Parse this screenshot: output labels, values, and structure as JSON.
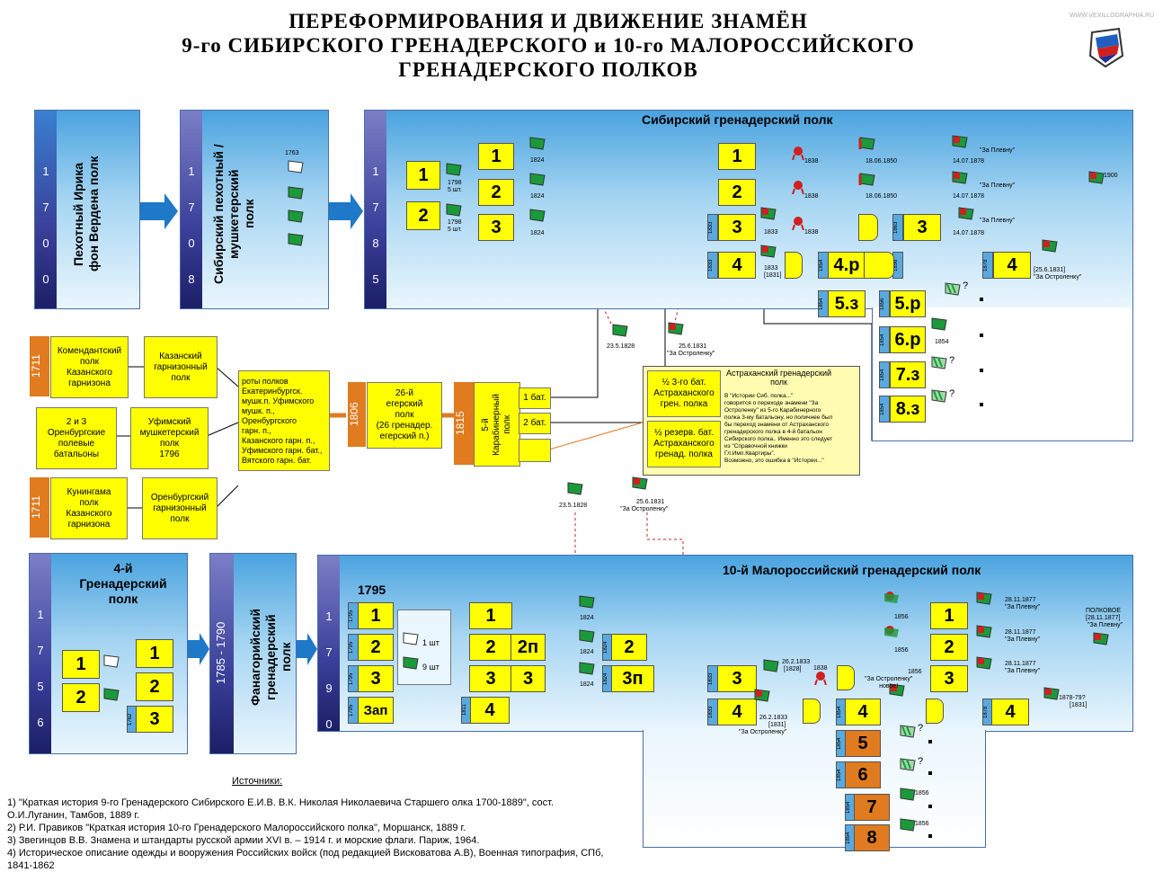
{
  "title": [
    "ПЕРЕФОРМИРОВАНИЯ И ДВИЖЕНИЕ ЗНАМЁН",
    "9-го СИБИРСКОГО ГРЕНАДЕРСКОГО и 10-го МАЛОРОССИЙСКОГО",
    "ГРЕНАДЕРСКОГО ПОЛКОВ"
  ],
  "watermark": "WWW.VEXILLOGRAPHIA.RU",
  "panels": {
    "p1700": {
      "year": [
        "1",
        "7",
        "0",
        "0"
      ],
      "title": "Пехотный Ирика\nфон Вердена полк"
    },
    "p1708": {
      "year": [
        "1",
        "7",
        "0",
        "8"
      ],
      "title": "Сибирский пехотный /\nмушкетерский\nполк",
      "flag_date": "1763"
    },
    "p1785": {
      "year": [
        "1",
        "7",
        "8",
        "5"
      ],
      "title": "Сибирский гренадерский полк"
    },
    "p1756": {
      "year": [
        "1",
        "7",
        "5",
        "6"
      ],
      "title": "4-й\nГренадерский\nполк"
    },
    "p1790f": {
      "year_text": "1785 - 1790",
      "title": "Фанагорийский\nгренадерский\nполк"
    },
    "p1790": {
      "year": [
        "1",
        "7",
        "9",
        "0"
      ],
      "title": "10-й  Малороссийский гренадерский полк",
      "subtitle": "1795"
    }
  },
  "sib_labels": {
    "d1798": "1798",
    "sht5": "5 шт.",
    "d1824": "1824",
    "d1833": "1833",
    "d1838": "1838",
    "d1850": "18.06.1850",
    "d1878": "14.07.1878",
    "plevna": "\"За Плевну\"",
    "d1900": "1900",
    "d1831": "[1831]",
    "d1831b": "[25.6.1831]",
    "ostr": "\"За Остроленку\"",
    "d1854": "1854",
    "q": "?"
  },
  "boxes": {
    "b1": "1",
    "b2": "2",
    "b3": "3",
    "b4": "4",
    "b4r": "4.р",
    "b5z": "5.з",
    "b5r": "5.р",
    "b6r": "6.р",
    "b7z": "7.з",
    "b8z": "8.з",
    "b2p": "2п",
    "b3p": "3п",
    "bzap": "Зап",
    "b5": "5",
    "b6": "6",
    "b7": "7",
    "b8": "8"
  },
  "middle": {
    "komend": "Комендантский\nполк\nКазанского\nгарнизона",
    "kazgarn": "Казанский\nгарнизонный\nполк",
    "orenb": "2 и 3\nОренбургские\nполевые\nбатальоны",
    "ufim": "Уфимский\nмушкетерский\nполк\n1796",
    "kuning": "Кунингама\nполк\nКазанского\nгарнизона",
    "orengarn": "Оренбургский\nгарнизонный\nполк",
    "roty": "роты полков\nЕкатеринбургск.\nмушк.п. Уфимского\nмушк. п.,\nОренбургского\nгарн. п.,\nКазанского гарн. п.,\nУфимского гарн. бат.,\nВятского гарн. бат.",
    "eger": "26-й\nегерский\nполк\n(26 гренадер.\nегерский п.)",
    "karab": "5-й\nКарабинерный\nполк",
    "bat1": "1 бат.",
    "bat2": "2 бат.",
    "y1711a": "1711",
    "y1711b": "1711",
    "y1806": "1806",
    "y1815": "1815",
    "astr_title": "Астраханский гренадерский\nполк",
    "astr1": "½ 3-го бат.\nАстраханского\nгрен. полка",
    "astr2": "½ резерв. бат.\nАстраханского\nгренад. полка",
    "astr_note": "В \"Истории Сиб. полка...\"\nговорится о переходе знамени \"За\nОстроленку\" из 5-го Карабинерного\nполка 3-му батальону, но поличнее был\nбы переход знамени от Астраханского\nгренадерского полка в 4-й батальон\nСибирского полка.. Именно это следует\nиз \"Справочной книжки\nГл.Имп.Квартиры\".\nВозможно, это ошибка в \"Истории...\"",
    "d1828a": "23.5.1828",
    "d1831a": "25.6.1831",
    "ostr_a": "\"За Остроленку\"",
    "d1828b": "23.5.1828",
    "d1831c": "25.6.1831",
    "ostr_b": "\"За Остроленку\""
  },
  "mal_labels": {
    "sht1": "1 шт",
    "sht9": "9 шт",
    "d1824": "1824",
    "d1833": "26.2.1833",
    "d1828": "[1828]",
    "d1838": "1838",
    "d1856": "1856",
    "d1877": "28.11.1877",
    "plevna": "\"За Плевну\"",
    "polk": "ПОЛКОВОЕ",
    "polkd": "[28.11.1877]",
    "plevna2": "\"За Плевну\"",
    "ostr_new": "\"За Остроленку\"\nновое!",
    "d1856b": "1856",
    "d1878": "1878-79?",
    "d1831": "[1831]",
    "d1833b": "26.2.1833",
    "d1831b": "[1831]",
    "ostr": "\"За Остроленку\"",
    "q": "?"
  },
  "sources": {
    "title": "Источники:",
    "items": [
      "1)  \"Краткая история 9-го Гренадерского Сибирского Е.И.В. В.К. Николая Николаевича Старшего олка 1700-1889\", сост.",
      "О.И.Луганин, Тамбов, 1889 г.",
      "2)  Р.И. Правиков \"Краткая история 10-го Гренадерского Малороссийского полка\", Моршанск, 1889 г.",
      "3)  Звегинцов В.В. Знамена и штандарты русской армии XVI в. – 1914 г. и морские флаги. Париж, 1964.",
      "4)  Историческое описание одежды и вооружения Российских войск (под редакцией Висковатова А.В),  Военная типография, СПб,",
      "1841-1862"
    ]
  },
  "colors": {
    "panel": "#4aa3df",
    "yellow": "#ffff00",
    "orange": "#e07b1f",
    "flag": "#1a9a3a",
    "arrow": "#1f78c8"
  }
}
